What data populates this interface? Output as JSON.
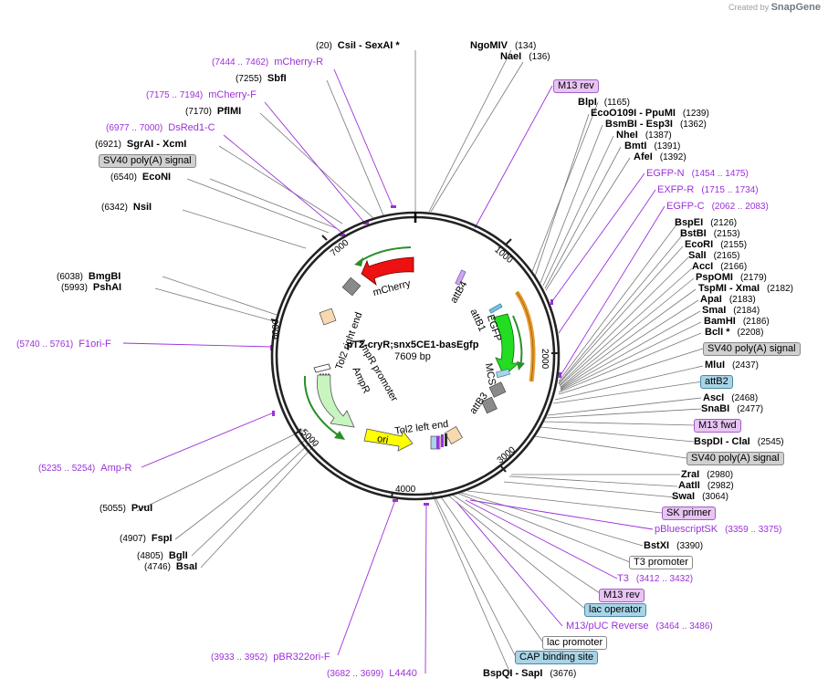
{
  "brand": {
    "created_by": "Created by",
    "name": "SnapGene"
  },
  "plasmid": {
    "name": "pT2-cryR;snx5CE1-basEgfp",
    "size": "7609 bp"
  },
  "ticks": [
    "1000",
    "2000",
    "3000",
    "4000",
    "5000",
    "6000",
    "7000"
  ],
  "features": {
    "mcherry": "mCherry",
    "attb4": "attB4",
    "attb1": "attB1",
    "egfp": "EGFP",
    "mcs": "MCS",
    "attb3": "attB3",
    "tol2_right": "Tol2 right end",
    "tol2_left": "Tol2 left end",
    "ampr_promoter": "AmpR promoter",
    "ampr": "AmpR",
    "ori": "ori"
  },
  "labels": [
    {
      "id": "csii",
      "pre": "(20)",
      "name": "CsiI",
      "extra": " - SexAI *"
    },
    {
      "id": "ngomiv",
      "name": "NgoMIV",
      "post": "(134)"
    },
    {
      "id": "naei",
      "name": "NaeI",
      "post": "(136)"
    },
    {
      "id": "mcherryr",
      "primer": true,
      "pre": "(7444 .. 7462)",
      "name": "mCherry-R"
    },
    {
      "id": "sbfi",
      "pre": "(7255)",
      "name": "SbfI"
    },
    {
      "id": "mcherryf",
      "primer": true,
      "pre": "(7175 .. 7194)",
      "name": "mCherry-F"
    },
    {
      "id": "pflmi",
      "pre": "(7170)",
      "name": "PflMI"
    },
    {
      "id": "dsred1c",
      "primer": true,
      "pre": "(6977 .. 7000)",
      "name": "DsRed1-C"
    },
    {
      "id": "sgrai",
      "pre": "(6921)",
      "name": "SgrAI",
      "extra": " - XcmI"
    },
    {
      "id": "econi",
      "pre": "(6540)",
      "name": "EcoNI"
    },
    {
      "id": "nsii",
      "pre": "(6342)",
      "name": "NsiI"
    },
    {
      "id": "bmgbi",
      "pre": "(6038)",
      "name": "BmgBI"
    },
    {
      "id": "pshai",
      "pre": "(5993)",
      "name": "PshAI"
    },
    {
      "id": "f1orif",
      "primer": true,
      "pre": "(5740 .. 5761)",
      "name": "F1ori-F"
    },
    {
      "id": "ampr_p",
      "primer": true,
      "pre": "(5235 .. 5254)",
      "name": "Amp-R"
    },
    {
      "id": "pvui",
      "pre": "(5055)",
      "name": "PvuI"
    },
    {
      "id": "fspi",
      "pre": "(4907)",
      "name": "FspI"
    },
    {
      "id": "bgli",
      "pre": "(4805)",
      "name": "BglI"
    },
    {
      "id": "bsai",
      "pre": "(4746)",
      "name": "BsaI"
    },
    {
      "id": "pbr322",
      "primer": true,
      "pre": "(3933 .. 3952)",
      "name": "pBR322ori-F"
    },
    {
      "id": "l4440",
      "primer": true,
      "pre": "(3682 .. 3699)",
      "name": "L4440"
    },
    {
      "id": "bspqi",
      "name": "BspQI",
      "extra": " - SapI",
      "post": "(3676)"
    },
    {
      "id": "blpi",
      "name": "BlpI",
      "post": "(1165)"
    },
    {
      "id": "ecoo109i",
      "name": "EcoO109I",
      "extra": " - PpuMI",
      "post": "(1239)"
    },
    {
      "id": "bsmbi",
      "name": "BsmBI",
      "extra": " - Esp3I",
      "post": "(1362)"
    },
    {
      "id": "nhei",
      "name": "NheI",
      "post": "(1387)"
    },
    {
      "id": "bmti",
      "name": "BmtI",
      "post": "(1391)"
    },
    {
      "id": "afei",
      "name": "AfeI",
      "post": "(1392)"
    },
    {
      "id": "egfpn",
      "primer": true,
      "name": "EGFP-N",
      "post": "(1454 .. 1475)"
    },
    {
      "id": "exfpr",
      "primer": true,
      "name": "EXFP-R",
      "post": "(1715 .. 1734)"
    },
    {
      "id": "egfpc",
      "primer": true,
      "name": "EGFP-C",
      "post": "(2062 .. 2083)"
    },
    {
      "id": "bspei",
      "name": "BspEI",
      "post": "(2126)"
    },
    {
      "id": "bstbi",
      "name": "BstBI",
      "post": "(2153)"
    },
    {
      "id": "ecori",
      "name": "EcoRI",
      "post": "(2155)"
    },
    {
      "id": "sali",
      "name": "SalI",
      "post": "(2165)"
    },
    {
      "id": "acci",
      "name": "AccI",
      "post": "(2166)"
    },
    {
      "id": "psp",
      "name": "PspOMI",
      "post": "(2179)"
    },
    {
      "id": "tspmi",
      "name": "TspMI",
      "extra": " - XmaI",
      "post": "(2182)"
    },
    {
      "id": "apai",
      "name": "ApaI",
      "post": "(2183)"
    },
    {
      "id": "smai",
      "name": "SmaI",
      "post": "(2184)"
    },
    {
      "id": "bamhi",
      "name": "BamHI",
      "post": "(2186)"
    },
    {
      "id": "bcli",
      "name": "BclI *",
      "post": "(2208)"
    },
    {
      "id": "mlui",
      "name": "MluI",
      "post": "(2437)"
    },
    {
      "id": "asci",
      "name": "AscI",
      "post": "(2468)"
    },
    {
      "id": "snabi",
      "name": "SnaBI",
      "post": "(2477)"
    },
    {
      "id": "bspdi",
      "name": "BspDI",
      "extra": " - ClaI",
      "post": "(2545)"
    },
    {
      "id": "zrai",
      "name": "ZraI",
      "post": "(2980)"
    },
    {
      "id": "aatii",
      "name": "AatII",
      "post": "(2982)"
    },
    {
      "id": "swai",
      "name": "SwaI",
      "post": "(3064)"
    },
    {
      "id": "pbluescript",
      "primer": true,
      "name": "pBluescriptSK",
      "post": "(3359 .. 3375)"
    },
    {
      "id": "bstxi",
      "name": "BstXI",
      "post": "(3390)"
    },
    {
      "id": "t3",
      "primer": true,
      "name": "T3",
      "post": "(3412 .. 3432)"
    },
    {
      "id": "m13pucrev",
      "primer": true,
      "name": "M13/pUC Reverse",
      "post": "(3464 .. 3486)"
    }
  ],
  "boxes": [
    {
      "id": "sv40a",
      "label": "SV40 poly(A) signal",
      "style": "grey"
    },
    {
      "id": "m13rev_top",
      "label": "M13 rev",
      "style": "pink"
    },
    {
      "id": "sv40b",
      "label": "SV40 poly(A) signal",
      "style": "grey"
    },
    {
      "id": "attb2",
      "label": "attB2",
      "style": "blue"
    },
    {
      "id": "m13fwd",
      "label": "M13 fwd",
      "style": "pink"
    },
    {
      "id": "sv40c",
      "label": "SV40 poly(A) signal",
      "style": "grey"
    },
    {
      "id": "skprimer",
      "label": "SK primer",
      "style": "pink"
    },
    {
      "id": "t3prom",
      "label": "T3 promoter",
      "style": "white"
    },
    {
      "id": "m13rev_bot",
      "label": "M13 rev",
      "style": "pink"
    },
    {
      "id": "lacop",
      "label": "lac operator",
      "style": "blue"
    },
    {
      "id": "lacprom",
      "label": "lac promoter",
      "style": "white"
    },
    {
      "id": "capsite",
      "label": "CAP binding site",
      "style": "blue"
    }
  ]
}
